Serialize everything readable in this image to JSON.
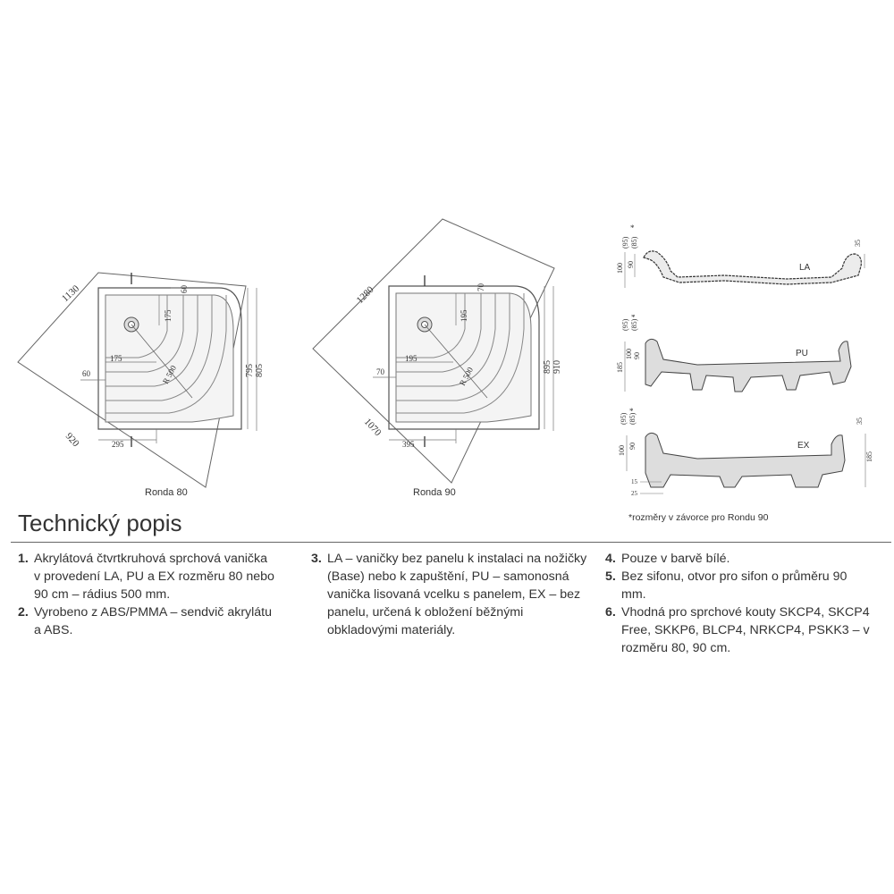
{
  "diagrams": {
    "ronda80": {
      "caption": "Ronda 80",
      "dims": {
        "diag_top": "1130",
        "diag_bottom": "920",
        "right_outer": "805",
        "right_inner": "795",
        "top_60": "60",
        "inner_175_v": "175",
        "inner_175_h": "175",
        "left_60": "60",
        "radius": "R 500",
        "bottom_295": "295"
      }
    },
    "ronda90": {
      "caption": "Ronda 90",
      "dims": {
        "diag_top": "1280",
        "diag_bottom": "1070",
        "right_outer": "910",
        "right_inner": "895",
        "top_70": "70",
        "inner_195_v": "195",
        "inner_195_h": "195",
        "left_70": "70",
        "radius": "R 500",
        "bottom_395": "395"
      }
    },
    "profiles": {
      "la": {
        "label": "LA",
        "dim_95": "(95)",
        "dim_85": "(85)",
        "star": "*",
        "dim_100": "100",
        "dim_90": "90",
        "dim_35": "35"
      },
      "pu": {
        "label": "PU",
        "dim_95": "(95)",
        "dim_85": "(85)",
        "star": "*",
        "dim_185": "185",
        "dim_100": "100",
        "dim_90": "90"
      },
      "ex": {
        "label": "EX",
        "dim_95": "(95)",
        "dim_85": "(85)",
        "star": "*",
        "dim_100": "100",
        "dim_90": "90",
        "dim_35": "35",
        "dim_185": "185",
        "dim_15": "15",
        "dim_25": "25"
      },
      "footnote": "*rozměry v závorce pro Rondu 90"
    }
  },
  "section": {
    "title": "Technický popis",
    "items": [
      {
        "num": "1.",
        "text": "Akrylátová čtvrtkruhová sprchová vanička v provedení LA, PU a EX rozměru 80 nebo 90 cm – rádius 500 mm."
      },
      {
        "num": "2.",
        "text": "Vyrobeno z ABS/PMMA – sendvič akrylátu a ABS."
      },
      {
        "num": "3.",
        "text": "LA – vaničky bez panelu k instalaci na nožičky (Base) nebo k zapuštění, PU – samonosná vanička lisovaná vcelku s panelem, EX – bez panelu, určená k obložení běžnými obkladovými materiály."
      },
      {
        "num": "4.",
        "text": "Pouze v barvě bílé."
      },
      {
        "num": "5.",
        "text": "Bez sifonu, otvor pro sifon o průměru 90 mm."
      },
      {
        "num": "6.",
        "text": "Vhodná pro sprchové kouty SKCP4, SKCP4 Free, SKKP6, BLCP4, NRKCP4, PSKK3 – v rozměru 80, 90 cm."
      }
    ]
  }
}
